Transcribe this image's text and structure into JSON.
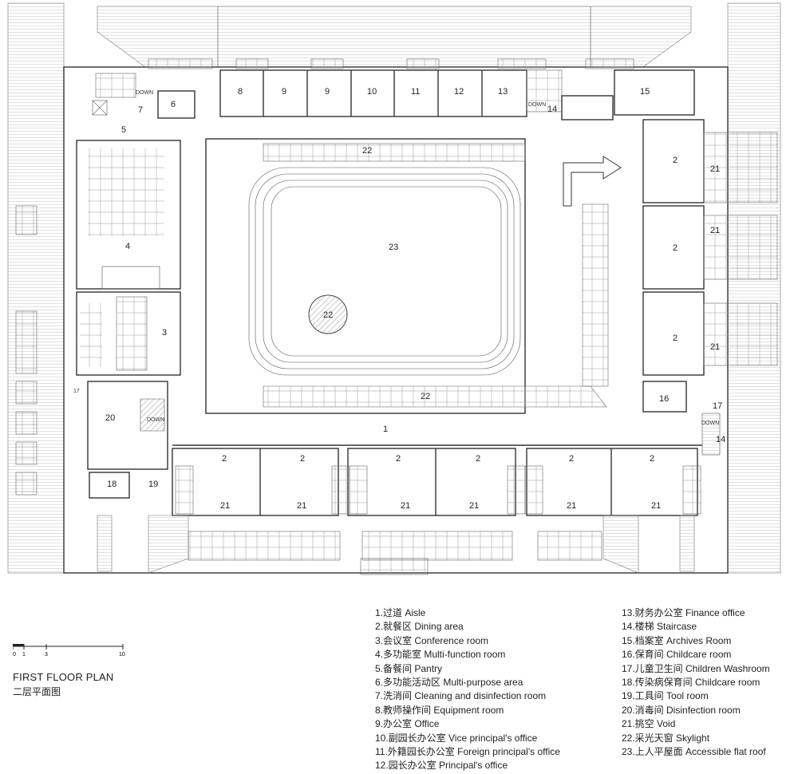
{
  "plan": {
    "title_en": "FIRST FLOOR PLAN",
    "title_cn": "二层平面图",
    "scale_ticks": [
      "0",
      "1",
      "3",
      "10"
    ],
    "small_text": {
      "down": "DOWN"
    },
    "room_labels": {
      "r1": "1",
      "r2": "2",
      "r3": "3",
      "r4": "4",
      "r5": "5",
      "r6": "6",
      "r7": "7",
      "r8": "8",
      "r9": "9",
      "r10": "10",
      "r11": "11",
      "r12": "12",
      "r13": "13",
      "r14": "14",
      "r15": "15",
      "r16": "16",
      "r17": "17",
      "r18": "18",
      "r19": "19",
      "r20": "20",
      "r21": "21",
      "r22": "22",
      "r23": "23"
    }
  },
  "legend": {
    "col1": [
      "1.过道  Aisle",
      "2.就餐区  Dining area",
      "3.会议室  Conference room",
      "4.多功能室  Multi-function room",
      "5.备餐间  Pantry",
      "6.多功能活动区  Multi-purpose area",
      "7.洗消间  Cleaning and disinfection room",
      "8.教师操作间  Equipment room",
      "9.办公室  Office",
      "10.副园长办公室  Vice principal's office",
      "11.外籍园长办公室  Foreign principal's office",
      "12.园长办公室  Principal's office"
    ],
    "col2": [
      "13.财务办公室  Finance office",
      "14.楼梯  Staircase",
      "15.档案室  Archives Room",
      "16.保育间  Childcare room",
      "17.儿童卫生间    Children Washroom",
      "18.传染病保育间  Childcare room",
      "19.工具间  Tool room",
      "20.消毒间  Disinfection room",
      "21.挑空  Void",
      "22.采光天窗  Skylight",
      "23.上人平屋面  Accessible flat roof"
    ]
  }
}
